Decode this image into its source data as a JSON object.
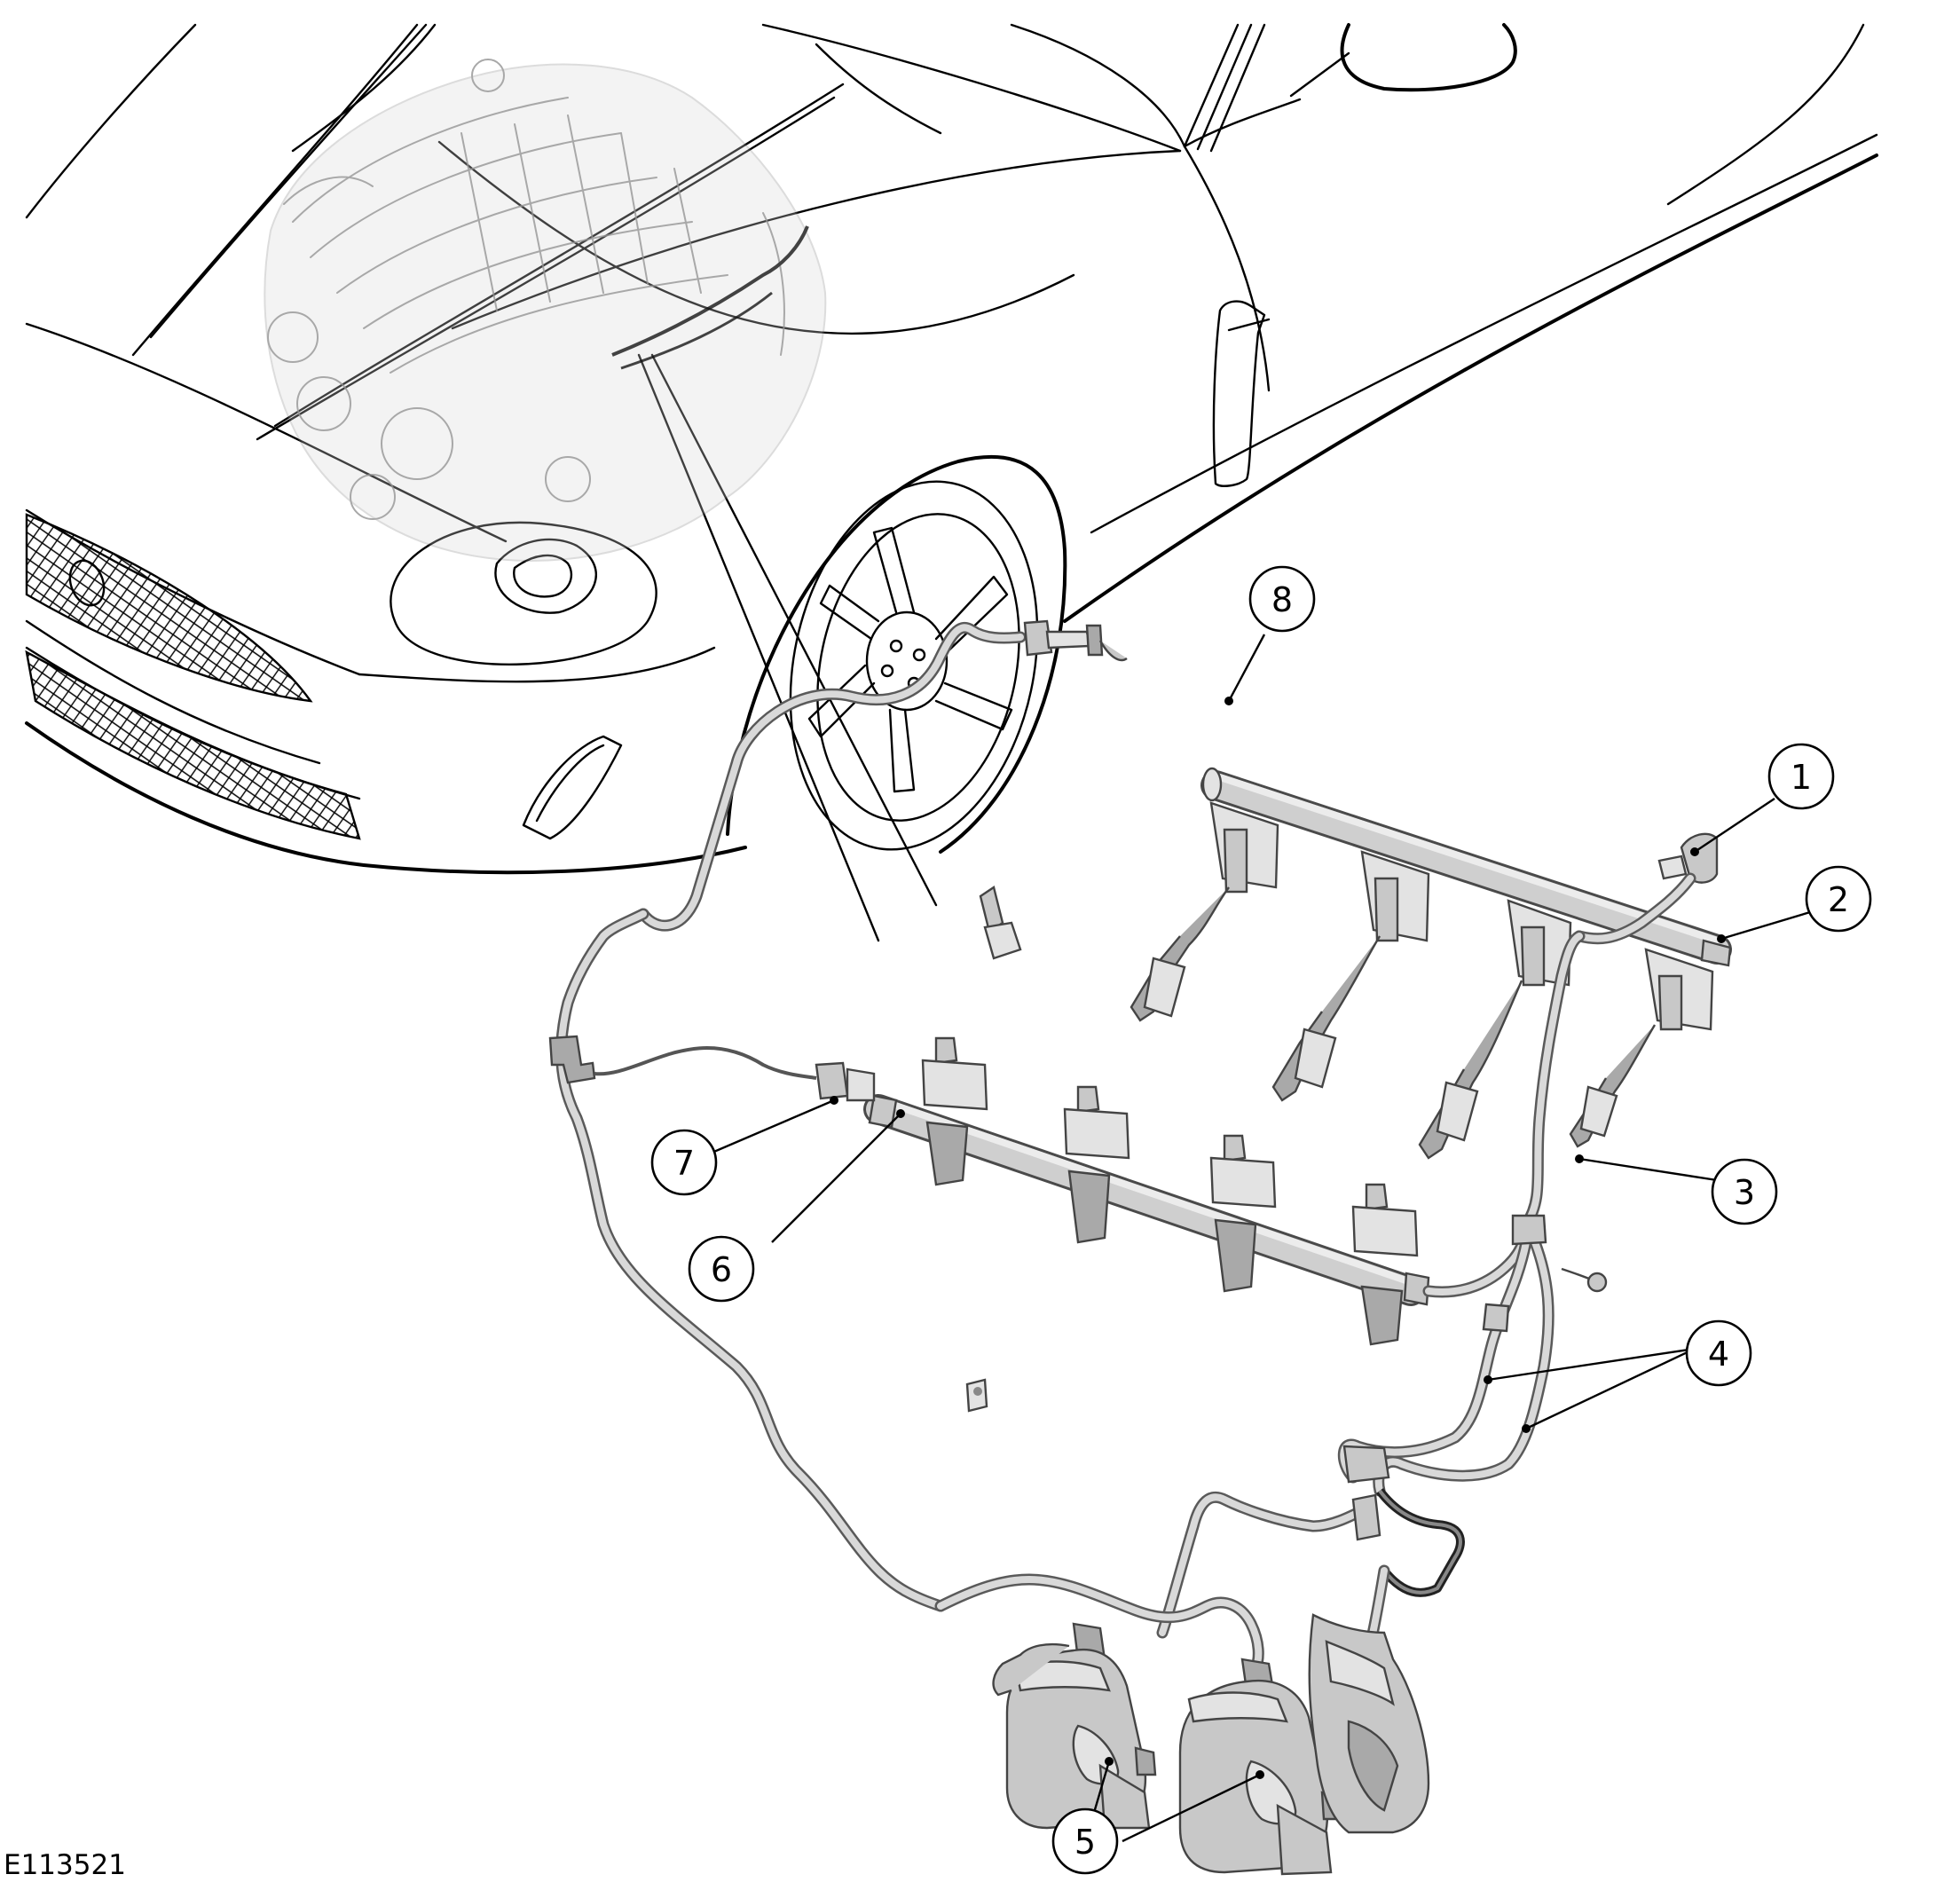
{
  "figure_id": "E113521",
  "callouts": [
    {
      "label": "1",
      "target": "fuel-rail-bracket"
    },
    {
      "label": "2",
      "target": "fuel-rail-right"
    },
    {
      "label": "3",
      "target": "injector-right"
    },
    {
      "label": "4",
      "target": "fuel-supply-pipes"
    },
    {
      "label": "5",
      "target": "high-pressure-fuel-pumps"
    },
    {
      "label": "6",
      "target": "fuel-rail-left"
    },
    {
      "label": "7",
      "target": "fuel-pressure-sensor"
    },
    {
      "label": "8",
      "target": "fuel-feed-line"
    }
  ]
}
